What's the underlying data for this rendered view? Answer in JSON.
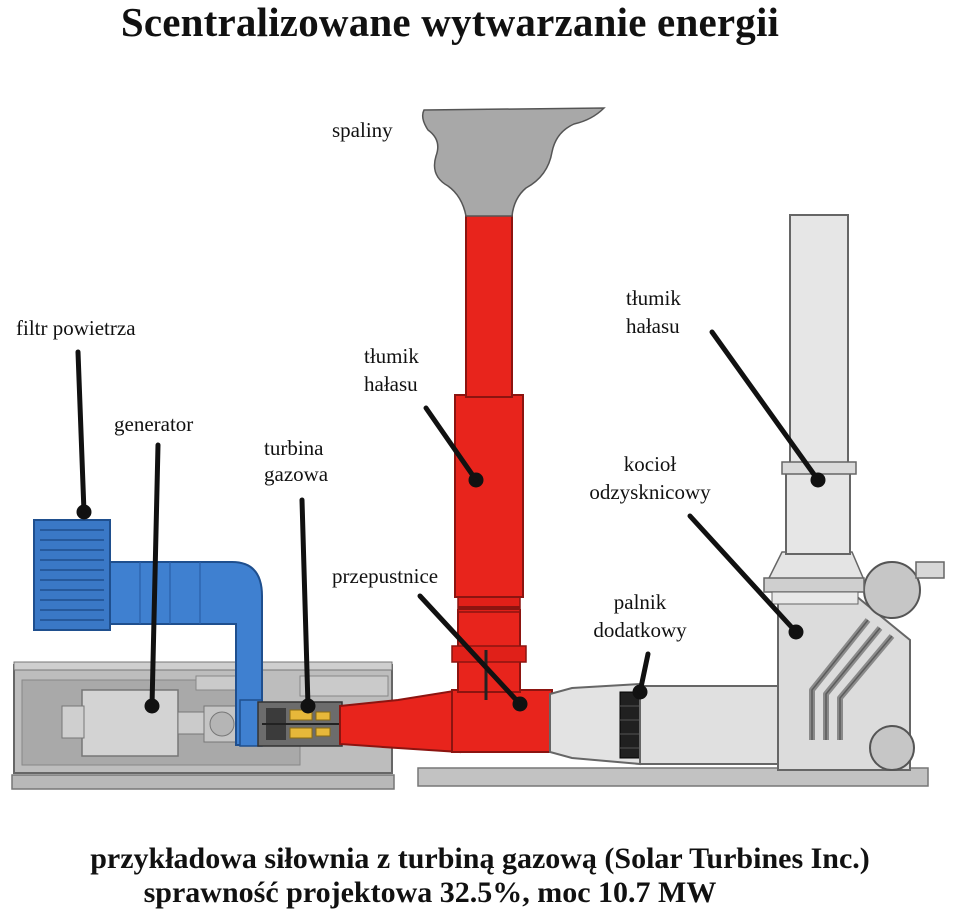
{
  "title": "Scentralizowane wytwarzanie energii",
  "labels": {
    "exhaust": "spaliny",
    "air_filter": "filtr powietrza",
    "generator": "generator",
    "gas_turbine_1": "turbina",
    "gas_turbine_2": "gazowa",
    "silencer_left_1": "tłumik",
    "silencer_left_2": "hałasu",
    "silencer_right_1": "tłumik",
    "silencer_right_2": "hałasu",
    "boiler_1": "kocioł",
    "boiler_2": "odzysknicowy",
    "dampers": "przepustnice",
    "burner_1": "palnik",
    "burner_2": "dodatkowy"
  },
  "caption": {
    "line1": "przykładowa siłownia z turbiną gazową  (Solar Turbines Inc.)",
    "line2": "sprawność projektowa 32.5%, moc 10.7 MW"
  },
  "colors": {
    "exhaust_red": "#e8241c",
    "intake_blue": "#3a78c6",
    "boiler_grey": "#dcdcdc",
    "enclosure_grey": "#bdbdbd",
    "smoke_grey": "#a8a8a8",
    "turbine_yellow": "#e7b83a"
  }
}
